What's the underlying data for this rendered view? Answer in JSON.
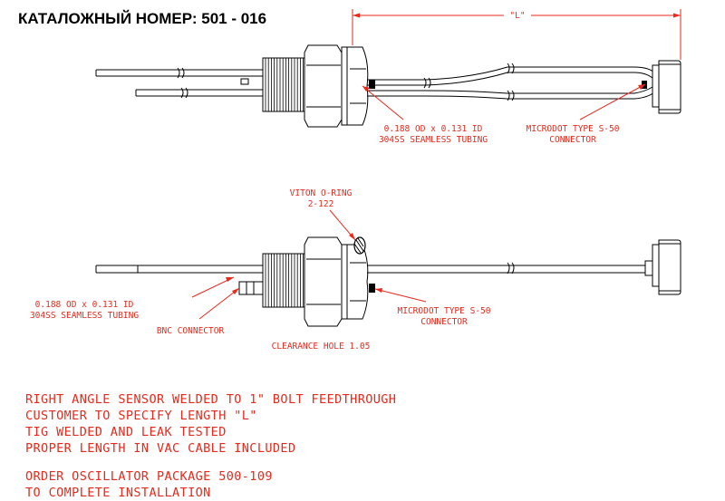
{
  "title": "КАТАЛОЖНЫЙ НОМЕР: 501 - 016",
  "dimension_label": "\"L\"",
  "top_view": {
    "tubing_line1": "0.188 OD x 0.131 ID",
    "tubing_line2": "304SS SEAMLESS TUBING",
    "connector_line1": "MICRODOT TYPE S-50",
    "connector_line2": "CONNECTOR"
  },
  "bottom_view": {
    "oring_line1": "VITON O-RING",
    "oring_line2": "2-122",
    "tubing_line1": "0.188 OD x 0.131 ID",
    "tubing_line2": "304SS SEAMLESS TUBING",
    "bnc_label": "BNC CONNECTOR",
    "clearance_label": "CLEARANCE HOLE 1.05",
    "connector_line1": "MICRODOT TYPE S-50",
    "connector_line2": "CONNECTOR"
  },
  "notes": [
    "RIGHT ANGLE SENSOR WELDED TO 1\" BOLT FEEDTHROUGH",
    "CUSTOMER TO SPECIFY LENGTH \"L\"",
    "TIG WELDED AND LEAK TESTED",
    "PROPER LENGTH IN VAC CABLE INCLUDED"
  ],
  "order_notes": [
    "ORDER OSCILLATOR PACKAGE 500-109",
    "TO COMPLETE INSTALLATION"
  ],
  "colors": {
    "annotation": "#e8291c",
    "linework": "#000000"
  }
}
